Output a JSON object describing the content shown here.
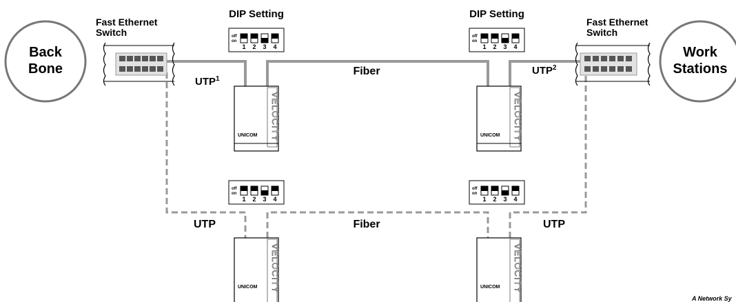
{
  "nodes": {
    "backbone": {
      "line1": "Back",
      "line2": "Bone"
    },
    "workstations": {
      "line1": "Work",
      "line2": "Stations"
    }
  },
  "switches": {
    "left": {
      "line1": "Fast Ethernet",
      "line2": "Switch"
    },
    "right": {
      "line1": "Fast Ethernet",
      "line2": "Switch"
    }
  },
  "dip": {
    "title": "DIP Setting",
    "off_label": "off",
    "on_label": "on",
    "numbers": [
      "1",
      "2",
      "3",
      "4"
    ]
  },
  "links": {
    "utp1": {
      "text": "UTP",
      "sup": "1"
    },
    "utp2": {
      "text": "UTP",
      "sup": "2"
    },
    "fiber_top": "Fiber",
    "utp_bottom_left": "UTP",
    "fiber_bottom": "Fiber",
    "utp_bottom_right": "UTP"
  },
  "converter": {
    "brand": "UNICOM",
    "product": "VELOCITY"
  },
  "caption": "A Network Sy",
  "colors": {
    "line": "#999999",
    "outline": "#000000",
    "switch_port": "#555555"
  }
}
